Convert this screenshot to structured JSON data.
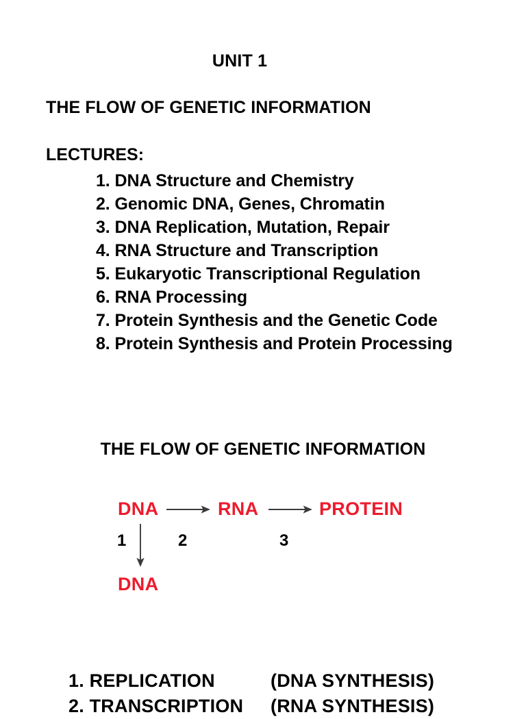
{
  "slide": {
    "unit_title": "UNIT 1",
    "main_heading": "THE FLOW OF GENETIC INFORMATION",
    "lectures_label": "LECTURES:",
    "lectures": [
      "1. DNA Structure and Chemistry",
      "2. Genomic DNA, Genes, Chromatin",
      "3. DNA Replication, Mutation, Repair",
      "4. RNA Structure and Transcription",
      "5. Eukaryotic Transcriptional Regulation",
      "6. RNA Processing",
      "7. Protein Synthesis and the Genetic Code",
      "8. Protein Synthesis and Protein Processing"
    ],
    "flow_heading": "THE FLOW OF GENETIC INFORMATION",
    "diagram": {
      "accent_color": "#ED1B2D",
      "arrow_color": "#3B3B3B",
      "nodes": {
        "dna_top": "DNA",
        "rna": "RNA",
        "protein": "PROTEIN",
        "dna_bottom": "DNA"
      },
      "step_numbers": {
        "one": "1",
        "two": "2",
        "three": "3"
      }
    },
    "definitions": [
      {
        "number_name": "1. REPLICATION",
        "product": "(DNA SYNTHESIS)"
      },
      {
        "number_name": "2. TRANSCRIPTION",
        "product": "(RNA SYNTHESIS)"
      }
    ]
  }
}
